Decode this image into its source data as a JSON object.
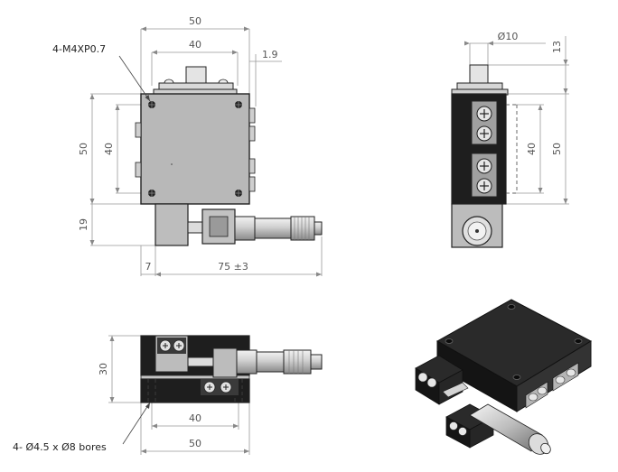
{
  "title": "",
  "front_view": {
    "dim_top_outer": "50",
    "dim_top_inner": "40",
    "dim_offset": "1.9",
    "thread_note": "4-M4XP0.7",
    "dim_left_outer": "50",
    "dim_left_inner": "40",
    "dim_left_lower": "19",
    "dim_bottom_left": "7",
    "dim_bottom_travel": "75 ±3"
  },
  "side_view": {
    "dim_knob_dia": "Ø10",
    "dim_knob_height": "13",
    "dim_right_inner": "40",
    "dim_right_outer": "50"
  },
  "bottom_view": {
    "dim_height": "30",
    "dim_hole_spacing": "40",
    "dim_width": "50",
    "bore_note": "4- Ø4.5 x Ø8 bores"
  },
  "colors": {
    "plate_gray": "#b8b8b8",
    "body_dark": "#1e1e1e",
    "micrometer_silver": "#c9c9c9"
  }
}
